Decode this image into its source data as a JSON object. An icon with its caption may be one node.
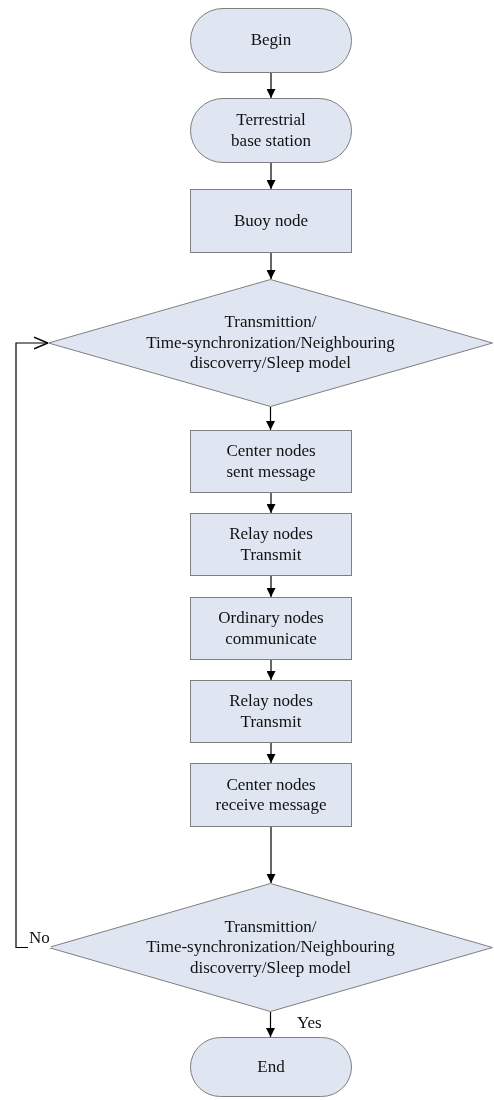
{
  "diagram": {
    "nodes": [
      {
        "text": [
          "Begin"
        ]
      },
      {
        "text": [
          "Terrestrial base station"
        ]
      },
      {
        "text": [
          "Buoy node"
        ]
      },
      {
        "text": [
          "Transmittion/ Time-synchronization/Neighbouring discoverry/Sleep model"
        ]
      },
      {
        "text": [
          "Center nodes sent message"
        ]
      },
      {
        "text": [
          "Relay nodes Transmit"
        ]
      },
      {
        "text": [
          "Ordinary nodes communicate"
        ]
      },
      {
        "text": [
          "Relay nodes Transmit"
        ]
      },
      {
        "text": [
          "Center nodes receive message"
        ]
      },
      {
        "text": [
          "Transmittion/ Time-synchronization/Neighbouring discoverry/Sleep model"
        ]
      },
      {
        "text": [
          "End"
        ]
      }
    ],
    "edges": [
      {
        "from": 0,
        "to": 1,
        "arrow": "to"
      },
      {
        "from": 1,
        "to": 2,
        "arrow": "to"
      },
      {
        "from": 2,
        "to": 3,
        "arrow": "to"
      },
      {
        "from": 3,
        "to": 4,
        "arrow": "to"
      },
      {
        "from": 4,
        "to": 5,
        "arrow": "to"
      },
      {
        "from": 5,
        "to": 6,
        "arrow": "to"
      },
      {
        "from": 6,
        "to": 7,
        "arrow": "to"
      },
      {
        "from": 7,
        "to": 8,
        "arrow": "to"
      },
      {
        "from": 8,
        "to": 9,
        "arrow": "to"
      },
      {
        "from": 9,
        "to": 3,
        "arrow": "to",
        "label": "No"
      },
      {
        "from": 9,
        "to": 10,
        "arrow": "to",
        "label": "Yes"
      }
    ]
  }
}
